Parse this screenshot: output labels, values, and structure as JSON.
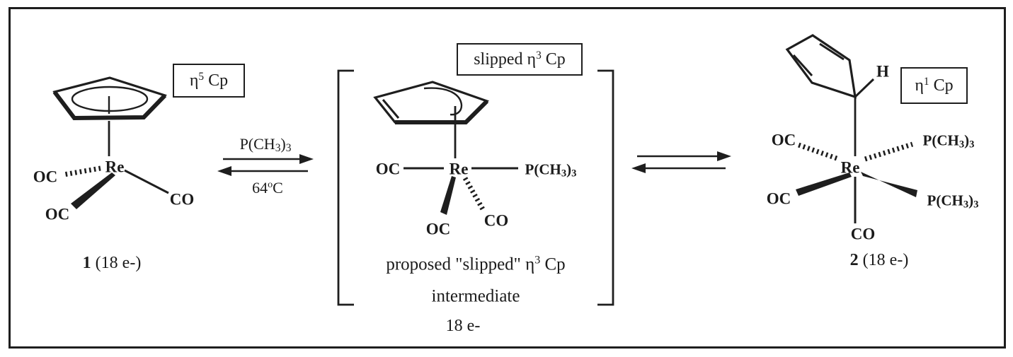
{
  "reactant": {
    "hapticity_tag": [
      {
        "t": "η"
      },
      {
        "t": "5",
        "s": "sup"
      },
      {
        "t": " Cp"
      }
    ],
    "metal": "Re",
    "oc_back": "OC",
    "oc_front": "OC",
    "co": "CO",
    "caption": [
      {
        "t": "1",
        "b": true
      },
      {
        "t": " (18 e-)"
      }
    ]
  },
  "equilibrium1": {
    "forward_label": [
      {
        "t": "P(CH"
      },
      {
        "t": "3",
        "s": "sub"
      },
      {
        "t": ")"
      },
      {
        "t": "3",
        "s": "sub"
      }
    ],
    "reverse_label": [
      {
        "t": "64"
      },
      {
        "t": "o",
        "s": "sup"
      },
      {
        "t": "C"
      }
    ]
  },
  "intermediate": {
    "hapticity_tag": [
      {
        "t": "slipped η"
      },
      {
        "t": "3",
        "s": "sup"
      },
      {
        "t": " Cp"
      }
    ],
    "oc_left": "OC",
    "metal": "Re",
    "phosphine_right": [
      {
        "t": "P(CH"
      },
      {
        "t": "3",
        "s": "sub"
      },
      {
        "t": ")"
      },
      {
        "t": "3",
        "s": "sub"
      }
    ],
    "oc_bottom": "OC",
    "co_bottom": "CO",
    "caption_line1": [
      {
        "t": "proposed \"slipped\" η"
      },
      {
        "t": "3",
        "s": "sup"
      },
      {
        "t": " Cp"
      }
    ],
    "caption_line2": "intermediate",
    "caption_line3": "18 e-"
  },
  "product": {
    "hapticity_tag": [
      {
        "t": "η"
      },
      {
        "t": "1",
        "s": "sup"
      },
      {
        "t": " Cp"
      }
    ],
    "hydrogen": "H",
    "metal": "Re",
    "oc_back": "OC",
    "phosphine_back": [
      {
        "t": "P(CH"
      },
      {
        "t": "3",
        "s": "sub"
      },
      {
        "t": ")"
      },
      {
        "t": "3",
        "s": "sub"
      }
    ],
    "oc_front": "OC",
    "phosphine_front": [
      {
        "t": "P(CH"
      },
      {
        "t": "3",
        "s": "sub"
      },
      {
        "t": ")"
      },
      {
        "t": "3",
        "s": "sub"
      }
    ],
    "co_bottom": "CO",
    "caption": [
      {
        "t": "2",
        "b": true
      },
      {
        "t": " (18 e-)"
      }
    ]
  },
  "colors": {
    "ink": "#1e1e1e",
    "background": "#ffffff"
  }
}
